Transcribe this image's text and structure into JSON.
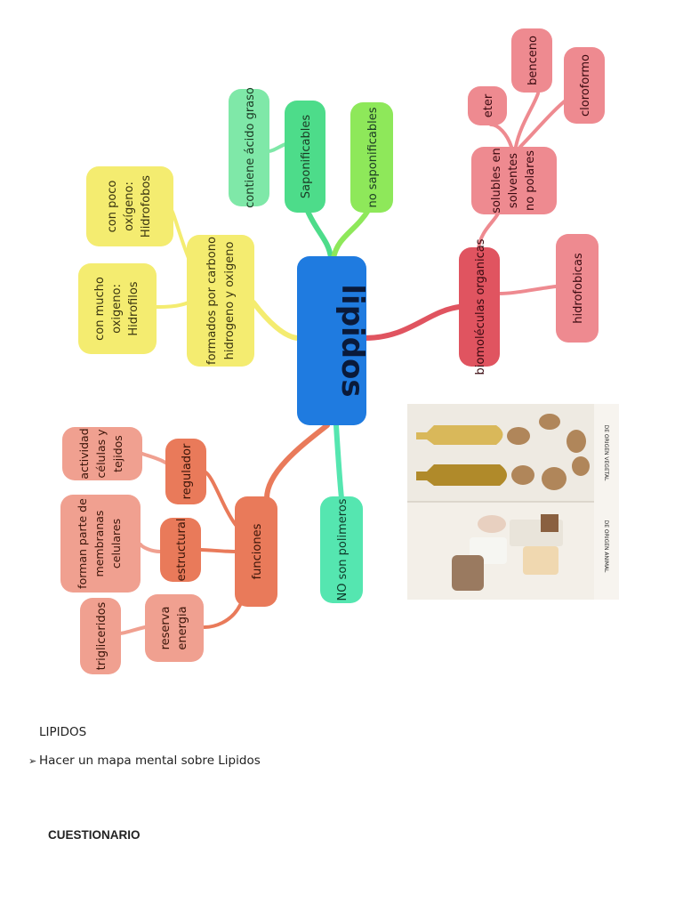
{
  "center": {
    "label": "lipidos",
    "color": "#1f7be0"
  },
  "branches": {
    "saponificables": "Saponificables",
    "contiene_acido_graso": "contiene ácido graso",
    "no_saponificables": "no saponificables",
    "formados_line1": "formados por carbono",
    "formados_line2": "hidrogeno y oxigeno",
    "poco_oxigeno": [
      "con poco",
      "oxígeno:",
      "Hidrofobos"
    ],
    "mucho_oxigeno": [
      "con mucho",
      "oxigeno:",
      "Hidrofilos"
    ],
    "biomoleculas": "biomoléculas organicas",
    "solubles": [
      "solubles en",
      "solventes",
      "no polares"
    ],
    "eter": "eter",
    "benceno": "benceno",
    "cloroformo": "cloroformo",
    "hidrofobicas": "hidrofobicas",
    "no_polimeros": "NO son polimeros",
    "funciones": "funciones",
    "regulador": "regulador",
    "actividad": [
      "actividad",
      "células y",
      "tejidos"
    ],
    "estructural": "estructural",
    "membranas": [
      "forman parte de",
      "membranas",
      "celulares"
    ],
    "reserva": [
      "reserva",
      "energia"
    ],
    "trigliceridos": "trigliceridos"
  },
  "photo": {
    "label_top": "DE ORIGEN VEGETAL",
    "label_bottom": "DE ORIGEN ANIMAL"
  },
  "colors": {
    "green": "#4ddc8a",
    "lightgreen": "#8ee85a",
    "mint": "#7fe8a8",
    "yellow": "#f4ec70",
    "red": "#e05460",
    "pink": "#ee8a90",
    "orange": "#e97a5a",
    "salmon": "#f0a090",
    "teal": "#55e6b0"
  },
  "text": {
    "heading": "LIPIDOS",
    "bullet": "Hacer un mapa mental sobre Lipidos",
    "cuestionario": "CUESTIONARIO"
  }
}
